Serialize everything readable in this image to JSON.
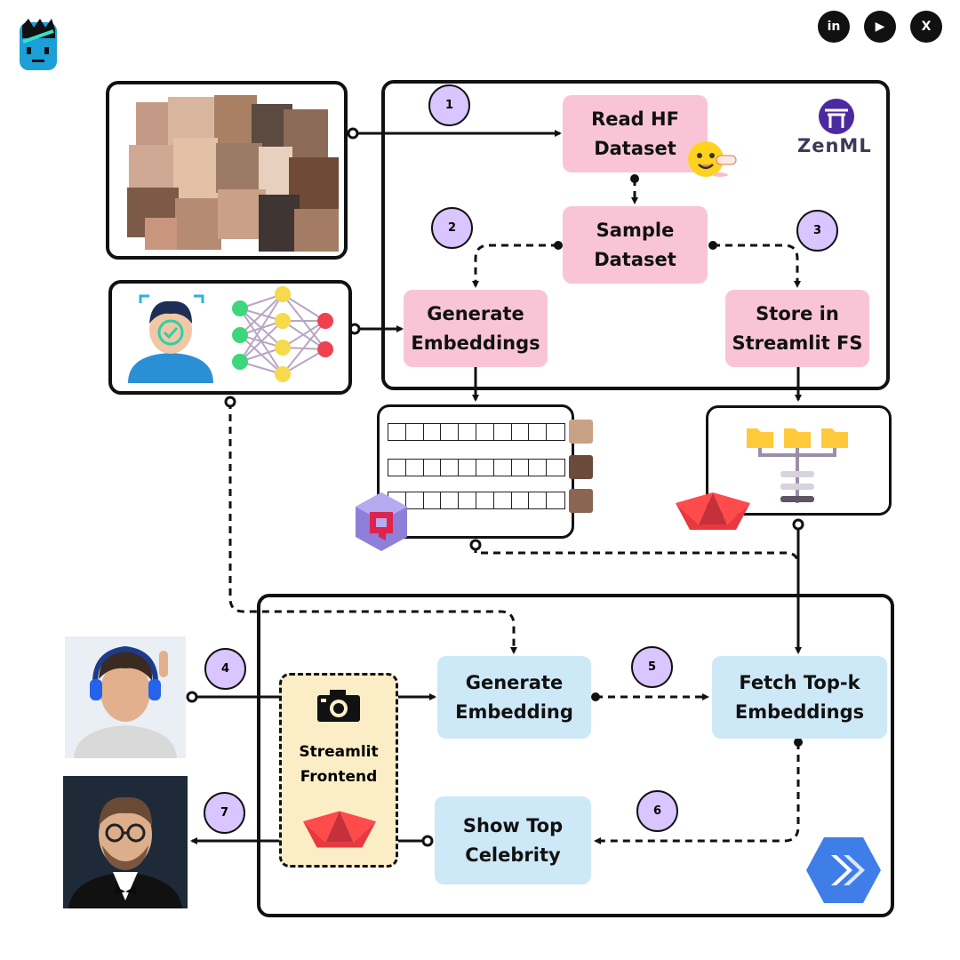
{
  "header": {
    "logo_icon": "brand-logo-icon",
    "social": [
      {
        "name": "linkedin-icon",
        "label": "in"
      },
      {
        "name": "youtube-icon",
        "label": "▶"
      },
      {
        "name": "x-icon",
        "label": "X"
      }
    ]
  },
  "steps": [
    "1",
    "2",
    "3",
    "4",
    "5",
    "6",
    "7"
  ],
  "pipeline": {
    "brand": "ZenML",
    "read_dataset": "Read HF\nDataset",
    "sample_dataset": "Sample\nDataset",
    "generate_embeddings": "Generate\nEmbeddings",
    "store": "Store in\nStreamlit FS"
  },
  "app": {
    "frontend": "Streamlit\nFrontend",
    "generate_embedding": "Generate\nEmbedding",
    "fetch": "Fetch Top-k\nEmbeddings",
    "show": "Show Top\nCelebrity"
  },
  "colors": {
    "pipeline_node": "#f9c5d6",
    "app_node": "#cde8f6",
    "badge": "#d9c5ff",
    "frontend_bg": "#fbeec6",
    "line": "#111111"
  }
}
